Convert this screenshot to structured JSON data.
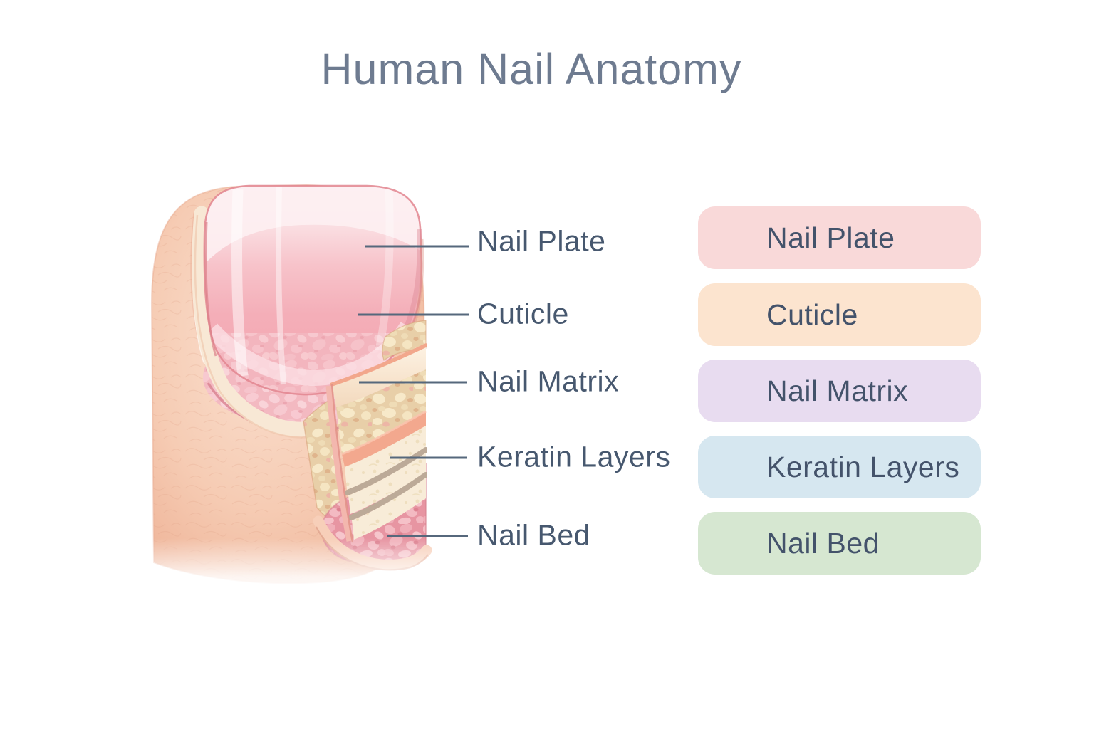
{
  "title": "Human Nail Anatomy",
  "diagram": {
    "alt": "Cross-section illustration of a human fingertip showing nail structures",
    "labels": [
      {
        "text": "Nail Plate"
      },
      {
        "text": "Cuticle"
      },
      {
        "text": "Nail Matrix"
      },
      {
        "text": "Keratin Layers"
      },
      {
        "text": "Nail Bed"
      }
    ]
  },
  "legend": {
    "items": [
      {
        "label": "Nail Plate",
        "color": "#f9d9d9"
      },
      {
        "label": "Cuticle",
        "color": "#fce4cf"
      },
      {
        "label": "Nail Matrix",
        "color": "#e8dcf0"
      },
      {
        "label": "Keratin Layers",
        "color": "#d6e7f0"
      },
      {
        "label": "Nail Bed",
        "color": "#d6e7d1"
      }
    ]
  },
  "colors": {
    "background": "#ffffff",
    "title_text": "#6e7b90",
    "label_text": "#47586f",
    "leader_line": "#56687c",
    "badge_text": "#44536b"
  }
}
